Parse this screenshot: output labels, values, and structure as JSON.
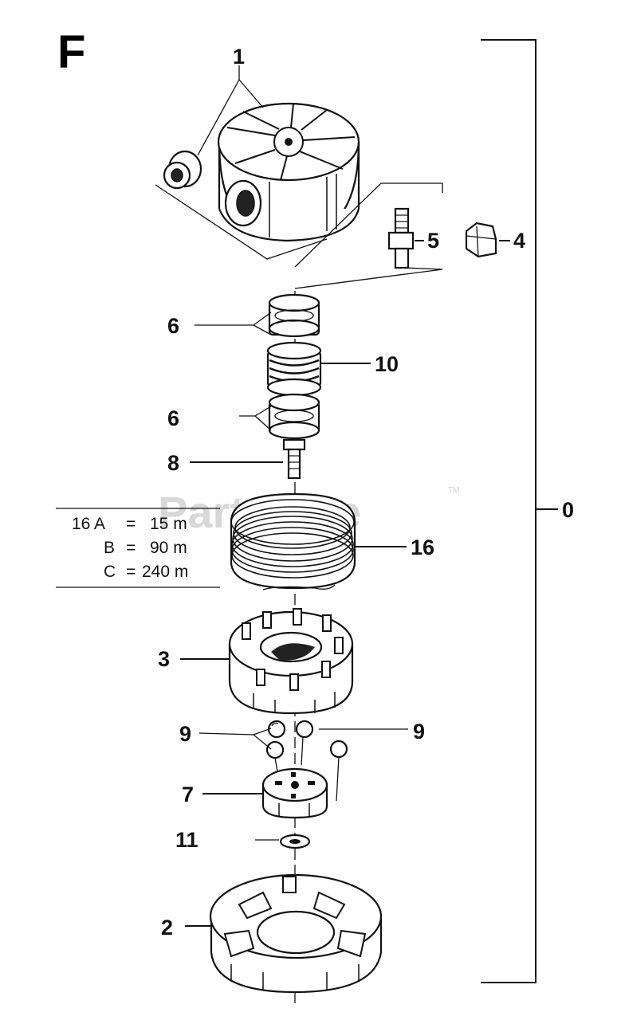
{
  "section_letter": "F",
  "watermark": "PartsTree",
  "watermark_tm": "TM",
  "callouts": {
    "p1": "1",
    "p5": "5",
    "p4": "4",
    "p6a": "6",
    "p10": "10",
    "p6b": "6",
    "p8": "8",
    "p16": "16",
    "p0": "0",
    "p3": "3",
    "p9a": "9",
    "p9b": "9",
    "p7": "7",
    "p11": "11",
    "p2": "2"
  },
  "line_spec": {
    "rows": [
      {
        "key": "16 A",
        "eq": "=",
        "value": "15 m"
      },
      {
        "key": "B",
        "eq": "=",
        "value": "90 m"
      },
      {
        "key": "C",
        "eq": "=",
        "value": "240 m"
      }
    ]
  }
}
